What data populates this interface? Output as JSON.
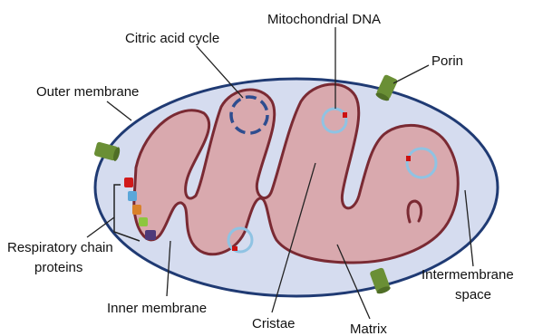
{
  "labels": {
    "citric_acid_cycle": "Citric acid cycle",
    "mitochondrial_dna": "Mitochondrial DNA",
    "porin": "Porin",
    "outer_membrane": "Outer membrane",
    "respiratory_chain_line1": "Respiratory chain",
    "respiratory_chain_line2": "proteins",
    "inner_membrane": "Inner membrane",
    "cristae": "Cristae",
    "matrix": "Matrix",
    "intermembrane_line1": "Intermembrane",
    "intermembrane_line2": "space"
  },
  "colors": {
    "outer_fill": "#d5dcef",
    "outer_stroke": "#1f3a73",
    "matrix_fill": "#d9a9ae",
    "inner_stroke": "#7a2a33",
    "dna_ring": "#8fc3e3",
    "dna_mark": "#cc1111",
    "cycle_ring": "#2e4d8f",
    "porin": "#6a8f35",
    "protein_red": "#d11a1a",
    "protein_blue": "#5ba7d9",
    "protein_orange": "#d9822b",
    "protein_green": "#8cc63f",
    "protein_purple": "#4e3a7a"
  }
}
